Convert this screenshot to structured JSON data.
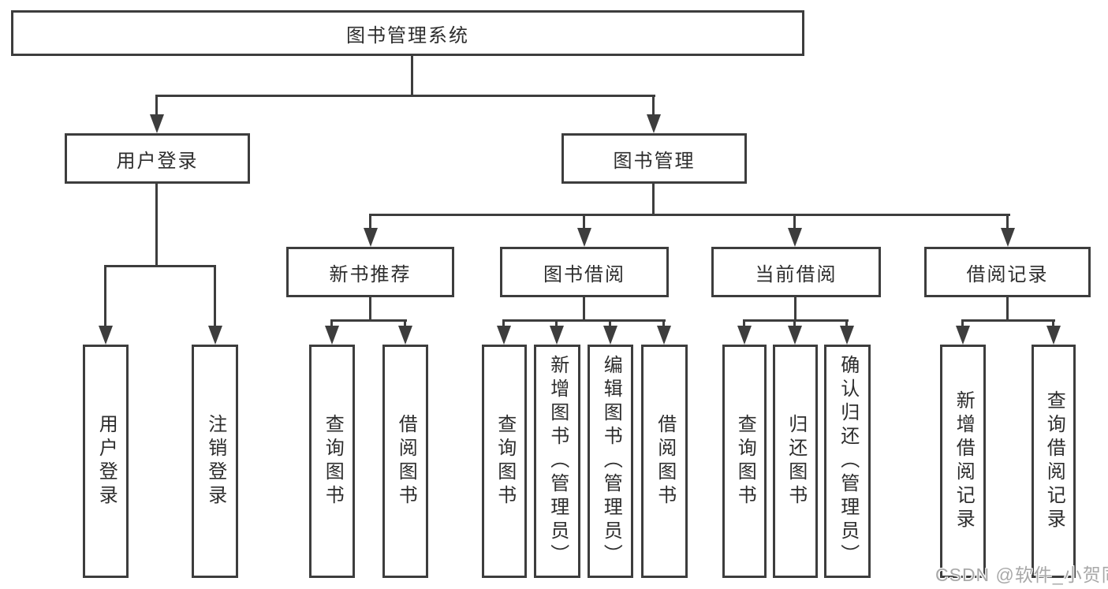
{
  "diagram": {
    "type": "hierarchy-tree",
    "orientation": "top-down"
  },
  "tree": {
    "root": "图书管理系统",
    "branches": [
      {
        "label": "用户登录",
        "children": [
          "用户登录",
          "注销登录"
        ]
      },
      {
        "label": "图书管理",
        "sections": [
          {
            "label": "新书推荐",
            "children": [
              "查询图书",
              "借阅图书"
            ]
          },
          {
            "label": "图书借阅",
            "children": [
              "查询图书",
              "新增图书（管理员）",
              "编辑图书（管理员）",
              "借阅图书"
            ]
          },
          {
            "label": "当前借阅",
            "children": [
              "查询图书",
              "归还图书",
              "确认归还（管理员）"
            ]
          },
          {
            "label": "借阅记录",
            "children": [
              "新增借阅记录",
              "查询借阅记录"
            ]
          }
        ]
      }
    ]
  },
  "watermark": {
    "text": "CSDN @软件_小贺同学"
  },
  "colors": {
    "line": "#3d3d3d",
    "box_border": "#3d3d3d",
    "text": "#2d2d2d",
    "background": "#ffffff",
    "watermark": "#a8a8a8"
  }
}
